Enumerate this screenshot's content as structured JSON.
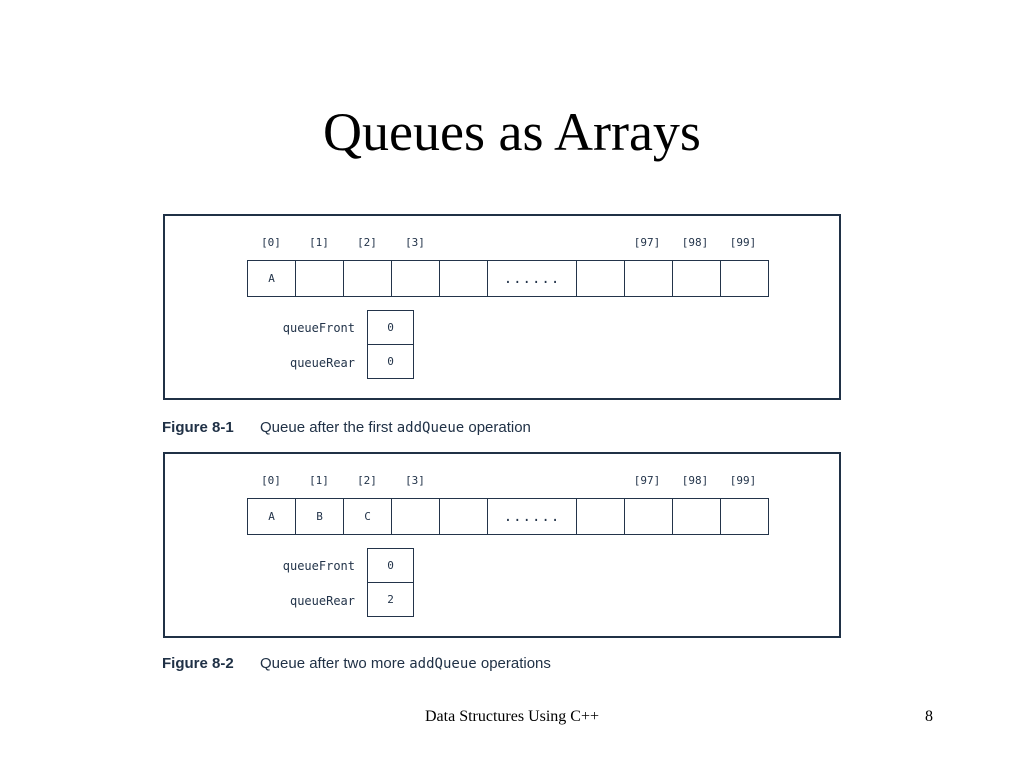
{
  "title": "Queues as Arrays",
  "indices": [
    "[0]",
    "[1]",
    "[2]",
    "[3]",
    "[97]",
    "[98]",
    "[99]"
  ],
  "ellipsis": "......",
  "figures": [
    {
      "cells": [
        "A",
        "",
        "",
        "",
        "",
        "",
        "",
        "",
        ""
      ],
      "queueFront_label": "queueFront",
      "queueFront_value": "0",
      "queueRear_label": "queueRear",
      "queueRear_value": "0",
      "caption_label": "Figure 8-1",
      "caption_text_before": "Queue after the first ",
      "caption_code": "addQueue",
      "caption_text_after": " operation"
    },
    {
      "cells": [
        "A",
        "B",
        "C",
        "",
        "",
        "",
        "",
        "",
        ""
      ],
      "queueFront_label": "queueFront",
      "queueFront_value": "0",
      "queueRear_label": "queueRear",
      "queueRear_value": "2",
      "caption_label": "Figure 8-2",
      "caption_text_before": "Queue after two more ",
      "caption_code": "addQueue",
      "caption_text_after": " operations"
    }
  ],
  "footer": {
    "center": "Data Structures Using C++",
    "page": "8"
  },
  "colors": {
    "frame": "#203146",
    "diagram_ink": "#23344a"
  }
}
